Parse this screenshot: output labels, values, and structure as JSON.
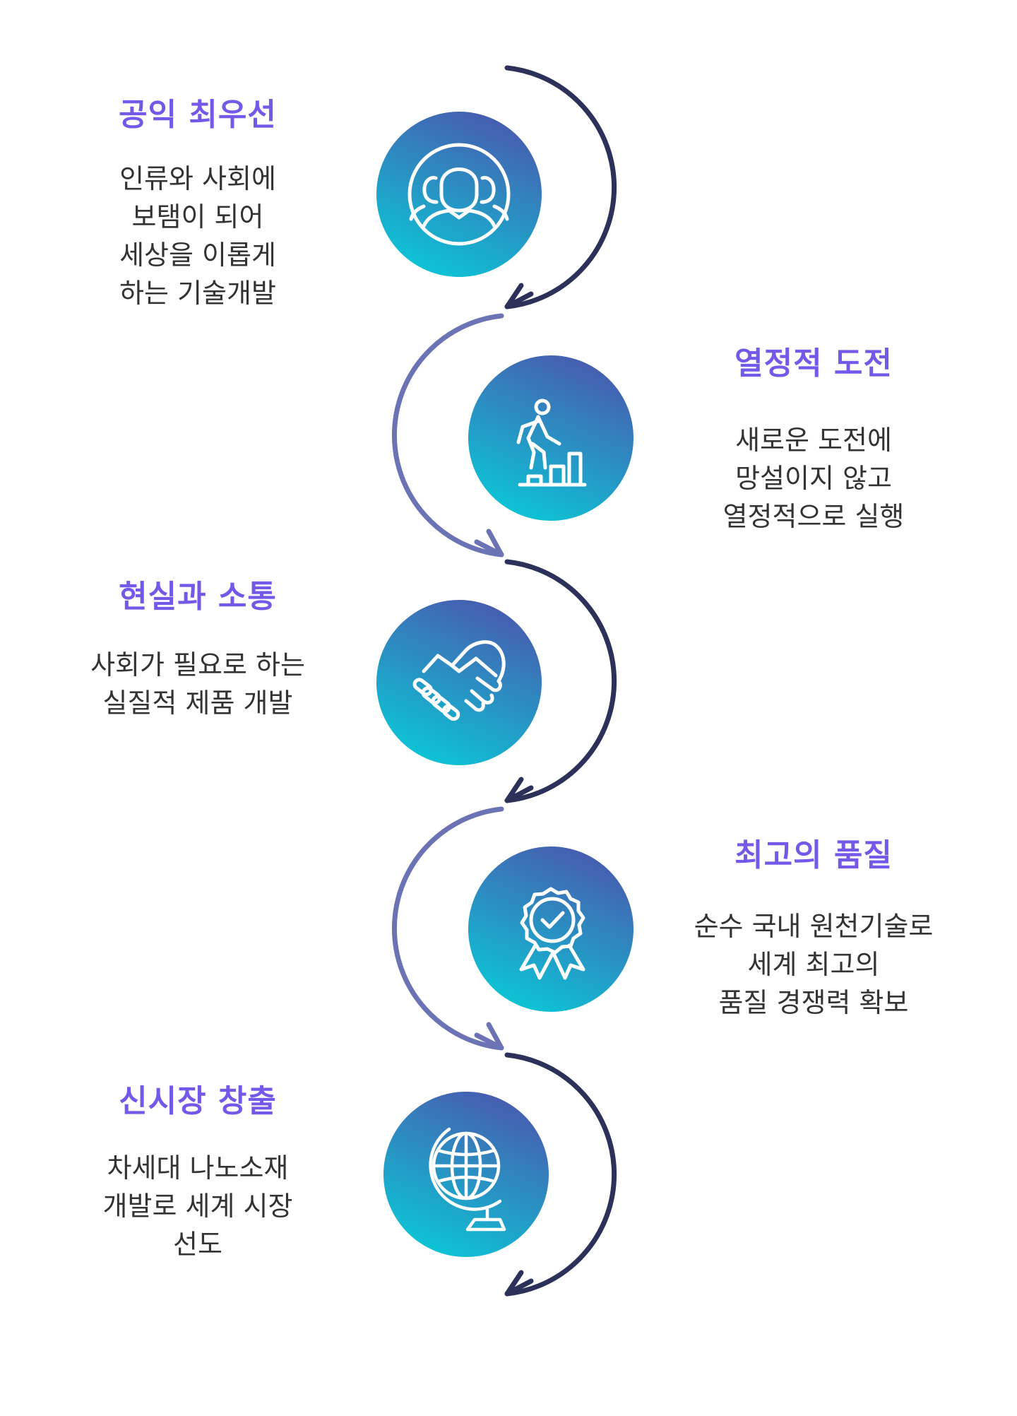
{
  "colors": {
    "title": "#7459e8",
    "body_text": "#333333",
    "circle_gradient_top": "#4a5ab0",
    "circle_gradient_bottom": "#0cc4d4",
    "arc_dark": "#2b3158",
    "arc_light": "#6b73b5"
  },
  "steps": [
    {
      "title": "공익 최우선",
      "lines": [
        "인류와 사회에",
        "보탬이 되어",
        "세상을 이롭게",
        "하는 기술개발"
      ],
      "icon": "people-group-icon"
    },
    {
      "title": "열정적 도전",
      "lines": [
        "새로운 도전에",
        "망설이지 않고",
        "열정적으로 실행"
      ],
      "icon": "climbing-stairs-icon"
    },
    {
      "title": "현실과 소통",
      "lines": [
        "사회가 필요로 하는",
        "실질적 제품 개발"
      ],
      "icon": "handshake-icon"
    },
    {
      "title": "최고의 품질",
      "lines": [
        "순수 국내 원천기술로",
        "세계 최고의",
        "품질 경쟁력 확보"
      ],
      "icon": "award-badge-icon"
    },
    {
      "title": "신시장 창출",
      "lines": [
        "차세대 나노소재",
        "개발로 세계 시장",
        "선도"
      ],
      "icon": "globe-icon"
    }
  ]
}
